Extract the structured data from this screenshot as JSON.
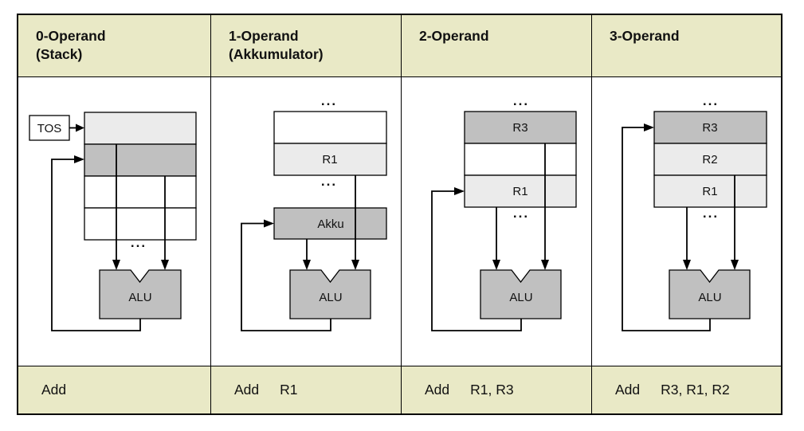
{
  "colors": {
    "header_bg": "#e9e9c6",
    "row_light": "#ebebeb",
    "row_mid": "#c0c0c0",
    "row_white": "#ffffff",
    "alu_fill": "#c0c0c0",
    "tos_fill": "#ffffff",
    "line": "#000000"
  },
  "columns": [
    {
      "id": "0-operand-stack",
      "header_line1": "0-Operand",
      "header_line2": "(Stack)",
      "instruction": {
        "mnemonic": "Add",
        "operands": ""
      },
      "diagram": {
        "tos_label": "TOS",
        "rows": [
          {
            "label": ""
          },
          {
            "label": ""
          },
          {
            "label": ""
          },
          {
            "label": ""
          }
        ],
        "dots_bottom": "...",
        "alu_label": "ALU"
      }
    },
    {
      "id": "1-operand-akkumulator",
      "header_line1": "1-Operand",
      "header_line2": "(Akkumulator)",
      "instruction": {
        "mnemonic": "Add",
        "operands": "R1"
      },
      "diagram": {
        "dots_top": "...",
        "rows": [
          {
            "label": ""
          },
          {
            "label": "R1"
          }
        ],
        "dots_middle": "...",
        "akku_label": "Akku",
        "alu_label": "ALU"
      }
    },
    {
      "id": "2-operand",
      "header_line1": "2-Operand",
      "header_line2": "",
      "instruction": {
        "mnemonic": "Add",
        "operands": "R1, R3"
      },
      "diagram": {
        "dots_top": "...",
        "rows": [
          {
            "label": "R3"
          },
          {
            "label": ""
          },
          {
            "label": "R1"
          }
        ],
        "dots_bottom": "...",
        "alu_label": "ALU"
      }
    },
    {
      "id": "3-operand",
      "header_line1": "3-Operand",
      "header_line2": "",
      "instruction": {
        "mnemonic": "Add",
        "operands": "R3, R1, R2"
      },
      "diagram": {
        "dots_top": "...",
        "rows": [
          {
            "label": "R3"
          },
          {
            "label": "R2"
          },
          {
            "label": "R1"
          }
        ],
        "dots_bottom": "...",
        "alu_label": "ALU"
      }
    }
  ]
}
